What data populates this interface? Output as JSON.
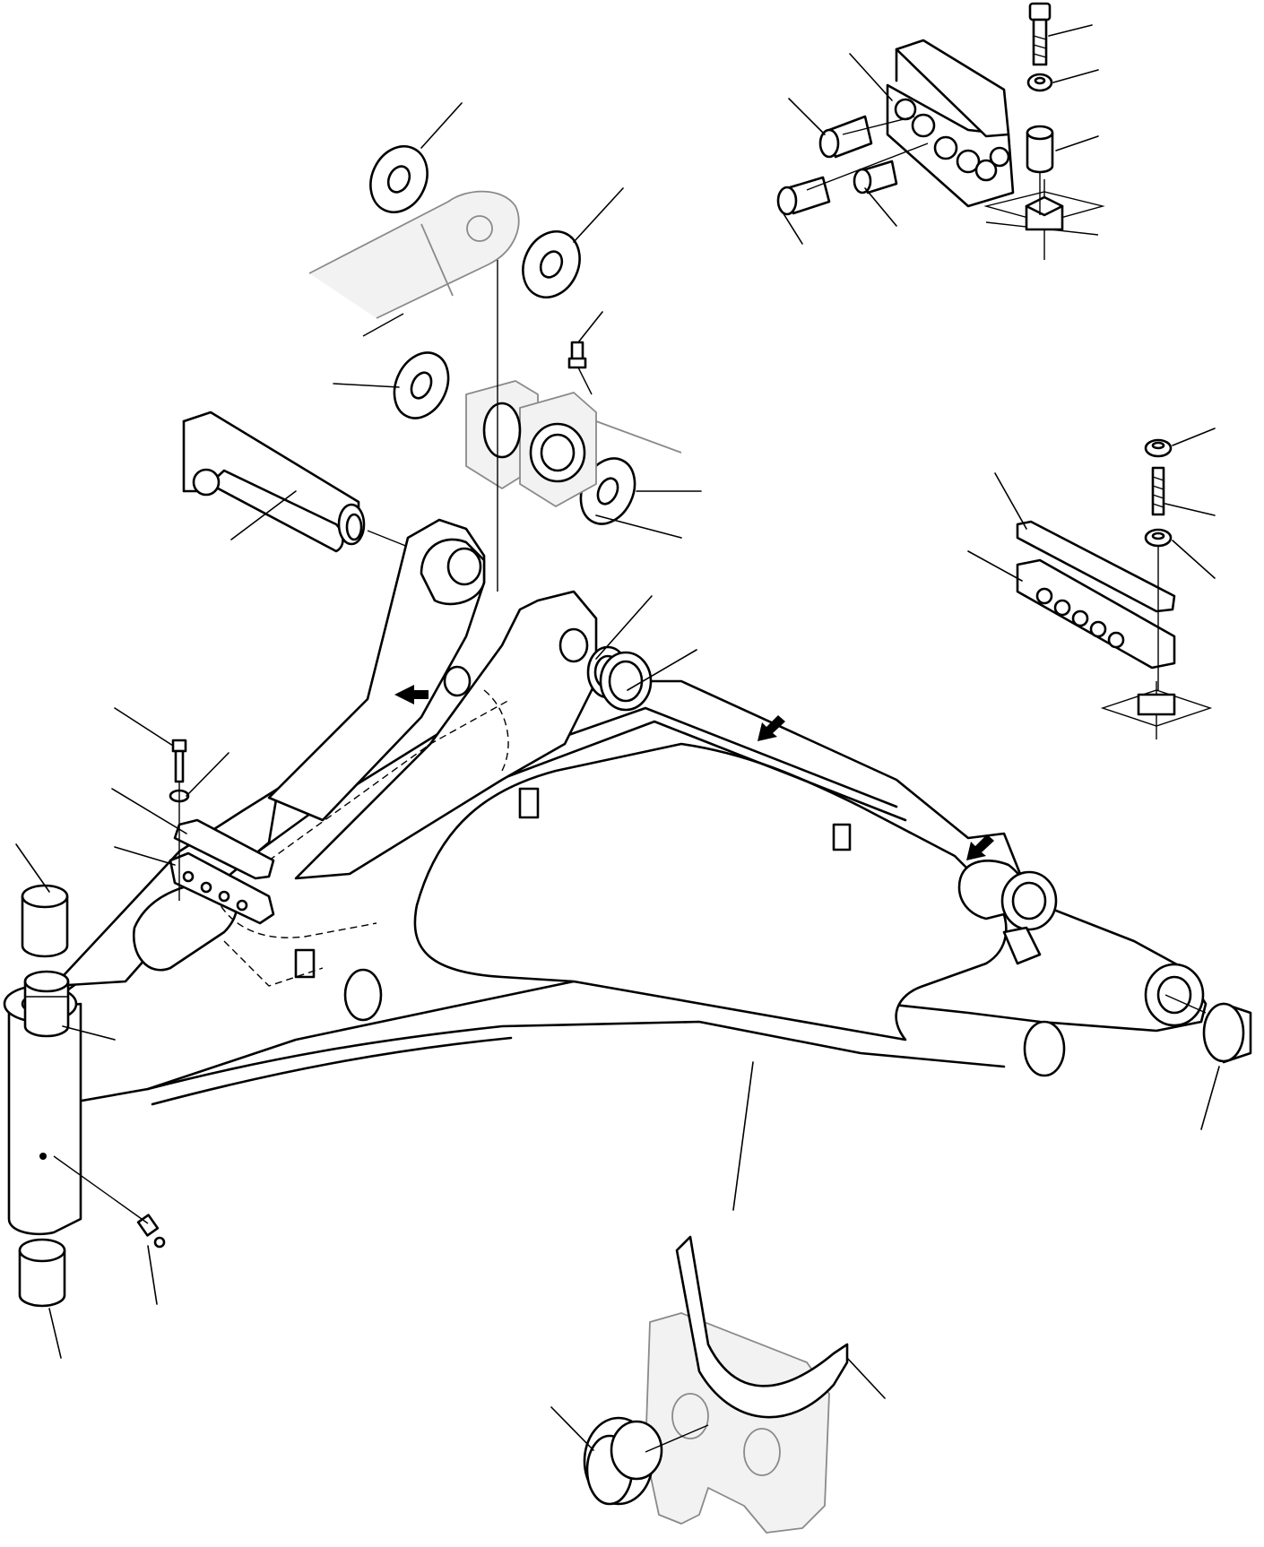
{
  "figure": {
    "kind": "exploded-parts-diagram",
    "colors": {
      "line": "#000000",
      "ghost_fill": "#f2f2f2",
      "ghost_line": "#8a8a8a",
      "background": "#ffffff"
    },
    "groups": [
      {
        "name": "boom-arm-frame"
      },
      {
        "name": "cylinder-pivot-pin-and-washers"
      },
      {
        "name": "hose-guide-block-detail"
      },
      {
        "name": "clamp-bar-detail"
      },
      {
        "name": "pin-holder-bushing-detail"
      }
    ],
    "arrows": 3,
    "leader_lines": 28
  }
}
